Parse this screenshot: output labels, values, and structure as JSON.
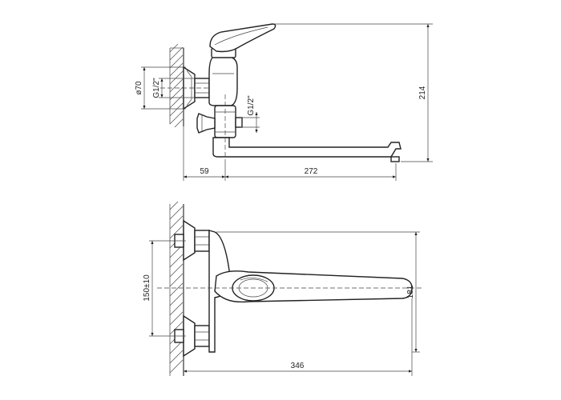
{
  "side_view": {
    "dim_diameter": "ø70",
    "dim_thread_left": "G1/2\"",
    "dim_thread_right": "G1/2\"",
    "dim_height": "214",
    "dim_wall_offset": "59",
    "dim_spout_length": "272"
  },
  "top_view": {
    "dim_spacing": "150±10",
    "dim_spout_width": "181",
    "dim_total_length": "346"
  },
  "colors": {
    "line": "#222222",
    "background": "#ffffff"
  }
}
